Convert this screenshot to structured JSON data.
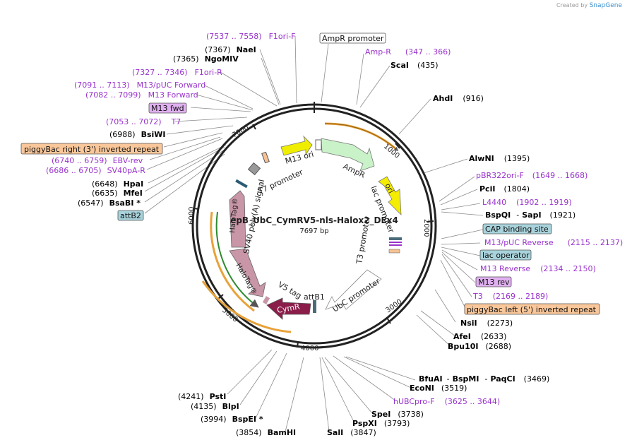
{
  "branding": {
    "created_by": "Created by",
    "product": "SnapGene"
  },
  "plasmid": {
    "name": "epB_UbC_CymRV5-nls-Halox2_DEx4",
    "length_label": "7697 bp"
  },
  "scale_ticks": [
    "1000",
    "2000",
    "3000",
    "4000",
    "5000",
    "6000",
    "7000"
  ],
  "colors": {
    "feature_label": "#9933cc",
    "enzyme_label": "#000000",
    "ring": "#222222",
    "leader": "#888888"
  },
  "labels": {
    "ampr_promoter": {
      "text": "AmpR promoter",
      "style": "box-white"
    },
    "ampr_feature": {
      "name": "Amp-R",
      "range": "(347 .. 366)"
    },
    "scai": {
      "name": "ScaI",
      "pos": "(435)"
    },
    "ahdi": {
      "name": "AhdI",
      "pos": "(916)"
    },
    "alwni": {
      "name": "AlwNI",
      "pos": "(1395)"
    },
    "pbr322": {
      "name": "pBR322ori-F",
      "range": "(1649 .. 1668)"
    },
    "pcii": {
      "name": "PciI",
      "pos": "(1804)"
    },
    "l4440": {
      "name": "L4440",
      "range": "(1902 .. 1919)"
    },
    "bspqi": {
      "name": "BspQI",
      "sep": "-",
      "name2": "SapI",
      "pos": "(1921)"
    },
    "cap": {
      "text": "CAP binding site",
      "style": "box-blue"
    },
    "m13puc_rev": {
      "name": "M13/pUC Reverse",
      "range": "(2115 .. 2137)"
    },
    "lac_operator": {
      "text": "lac operator",
      "style": "box-blue"
    },
    "m13rev_primer": {
      "name": "M13 Reverse",
      "range": "(2134 .. 2150)"
    },
    "m13rev_box": {
      "text": "M13 rev",
      "style": "box-purple"
    },
    "t3": {
      "name": "T3",
      "range": "(2169 .. 2189)"
    },
    "pb_left": {
      "text": "piggyBac left (5') inverted repeat",
      "style": "box-orange"
    },
    "nsii": {
      "name": "NsiI",
      "pos": "(2273)"
    },
    "afei": {
      "name": "AfeI",
      "pos": "(2633)"
    },
    "bpu10i": {
      "name": "Bpu10I",
      "pos": "(2688)"
    },
    "bfuai": {
      "name": "BfuAI",
      "sep": "-",
      "name2": "BspMI",
      "sep2": "-",
      "name3": "PaqCI",
      "pos": "(3469)"
    },
    "econi": {
      "name": "EcoNI",
      "pos": "(3519)"
    },
    "hubc": {
      "name": "hUBCpro-F",
      "range": "(3625 .. 3644)"
    },
    "spei": {
      "name": "SpeI",
      "pos": "(3738)"
    },
    "pspxi": {
      "name": "PspXI",
      "pos": "(3793)"
    },
    "sali": {
      "name": "SalI",
      "pos": "(3847)"
    },
    "bamhi": {
      "name": "BamHI",
      "pos": "(3854)"
    },
    "bspei": {
      "name": "BspEI *",
      "pos": "(3994)"
    },
    "blpi": {
      "name": "BlpI",
      "pos": "(4135)"
    },
    "psti": {
      "name": "PstI",
      "pos": "(4241)"
    },
    "attb2": {
      "text": "attB2",
      "style": "box-blue"
    },
    "bsabi": {
      "name": "BsaBI *",
      "pos": "(6547)"
    },
    "mfei": {
      "name": "MfeI",
      "pos": "(6635)"
    },
    "hpai": {
      "name": "HpaI",
      "pos": "(6648)"
    },
    "sv40pa": {
      "name": "SV40pA-R",
      "range": "(6686 .. 6705)"
    },
    "ebv": {
      "name": "EBV-rev",
      "range": "(6740 .. 6759)"
    },
    "pb_right": {
      "text": "piggyBac right (3') inverted repeat",
      "style": "box-orange"
    },
    "bsiwi": {
      "name": "BsiWI",
      "pos": "(6988)"
    },
    "t7": {
      "name": "T7",
      "range": "(7053 .. 7072)"
    },
    "m13fwd_box": {
      "text": "M13 fwd",
      "style": "box-purple"
    },
    "m13fwd": {
      "name": "M13 Forward",
      "range": "(7082 .. 7099)"
    },
    "m13puc_fwd": {
      "name": "M13/pUC Forward",
      "range": "(7091 .. 7113)"
    },
    "f1ori_r": {
      "name": "F1ori-R",
      "range": "(7327 .. 7346)"
    },
    "ngomiv": {
      "name": "NgoMIV",
      "pos": "(7365)"
    },
    "naei": {
      "name": "NaeI",
      "pos": "(7367)"
    },
    "f1ori_f": {
      "name": "F1ori-F",
      "range": "(7537 .. 7558)"
    }
  },
  "features": {
    "m13_ori": "M13 ori",
    "ampr": "AmpR",
    "ori": "ori",
    "lac_promoter": "lac promoter",
    "t7_promoter": "T7 promoter",
    "t3_promoter": "T3 promoter",
    "ubc_promoter": "UbC promoter",
    "attb1": "attB1",
    "cymr": "CymR",
    "v5_tag": "V5 tag",
    "halotag1": "HaloTag®",
    "halotag2": "HaloTag®",
    "sv40_polya": "SV40 poly(A) signal"
  }
}
